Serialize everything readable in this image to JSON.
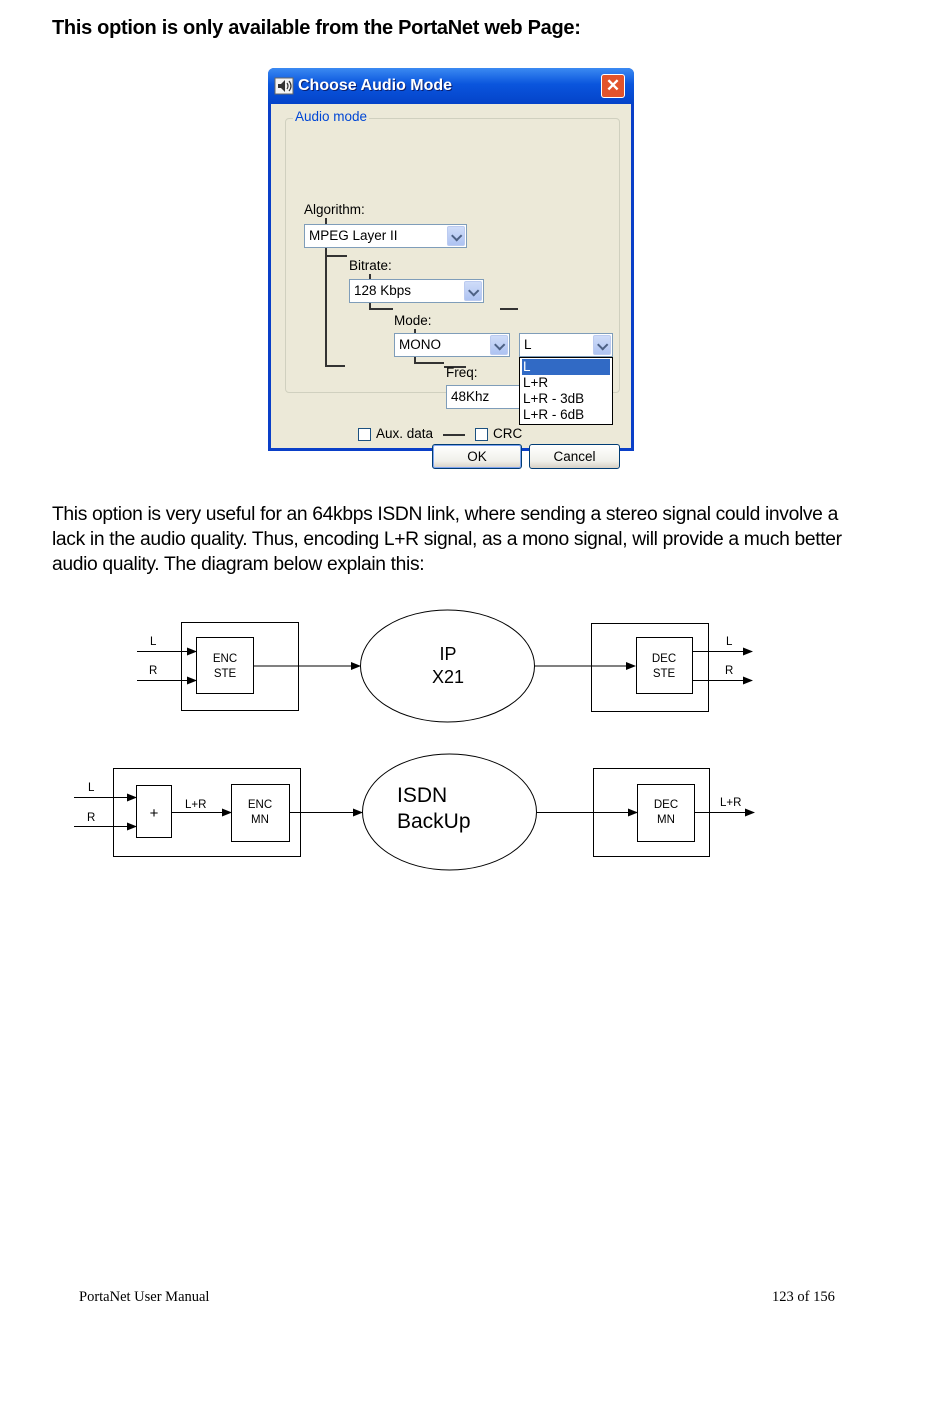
{
  "heading": "This option is only available from the PortaNet web Page:",
  "dialog": {
    "title": "Choose Audio Mode",
    "close_glyph": "✕",
    "group_label": "Audio mode",
    "algorithm_label": "Algorithm:",
    "algorithm_value": "MPEG Layer II",
    "bitrate_label": "Bitrate:",
    "bitrate_value": "128 Kbps",
    "mode_label": "Mode:",
    "mode_value": "MONO",
    "channel_value": "L",
    "channel_options": [
      "L",
      "L+R",
      "L+R - 3dB",
      "L+R - 6dB"
    ],
    "freq_label": "Freq:",
    "freq_value": "48Khz",
    "aux_label": "Aux. data",
    "crc_label": "CRC",
    "ok_label": "OK",
    "cancel_label": "Cancel"
  },
  "paragraph": [
    "This option is very useful for an 64kbps ISDN link, where sending a stereo signal could involve a",
    "lack in the audio quality. Thus, encoding L+R signal, as a mono signal, will provide a much better",
    "audio quality. The diagram below explain this:"
  ],
  "diagram": {
    "top": {
      "in_l": "L",
      "in_r": "R",
      "enc": [
        "ENC",
        "STE"
      ],
      "network": [
        "IP",
        "X21"
      ],
      "dec": [
        "DEC",
        "STE"
      ],
      "out_l": "L",
      "out_r": "R"
    },
    "bottom": {
      "in_l": "L",
      "in_r": "R",
      "sum": "+",
      "sum_out": "L+R",
      "enc": [
        "ENC",
        "MN"
      ],
      "network": [
        "ISDN",
        "BackUp"
      ],
      "dec": [
        "DEC",
        "MN"
      ],
      "out": "L+R"
    }
  },
  "footer": {
    "left": "PortaNet User Manual",
    "right": "123 of 156"
  }
}
